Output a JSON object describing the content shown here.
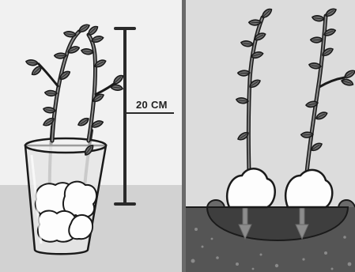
{
  "measurement": {
    "label": "20 CM"
  },
  "panels": [
    {
      "name": "cuttings-in-glass"
    },
    {
      "name": "cuttings-planted-in-soil"
    }
  ]
}
